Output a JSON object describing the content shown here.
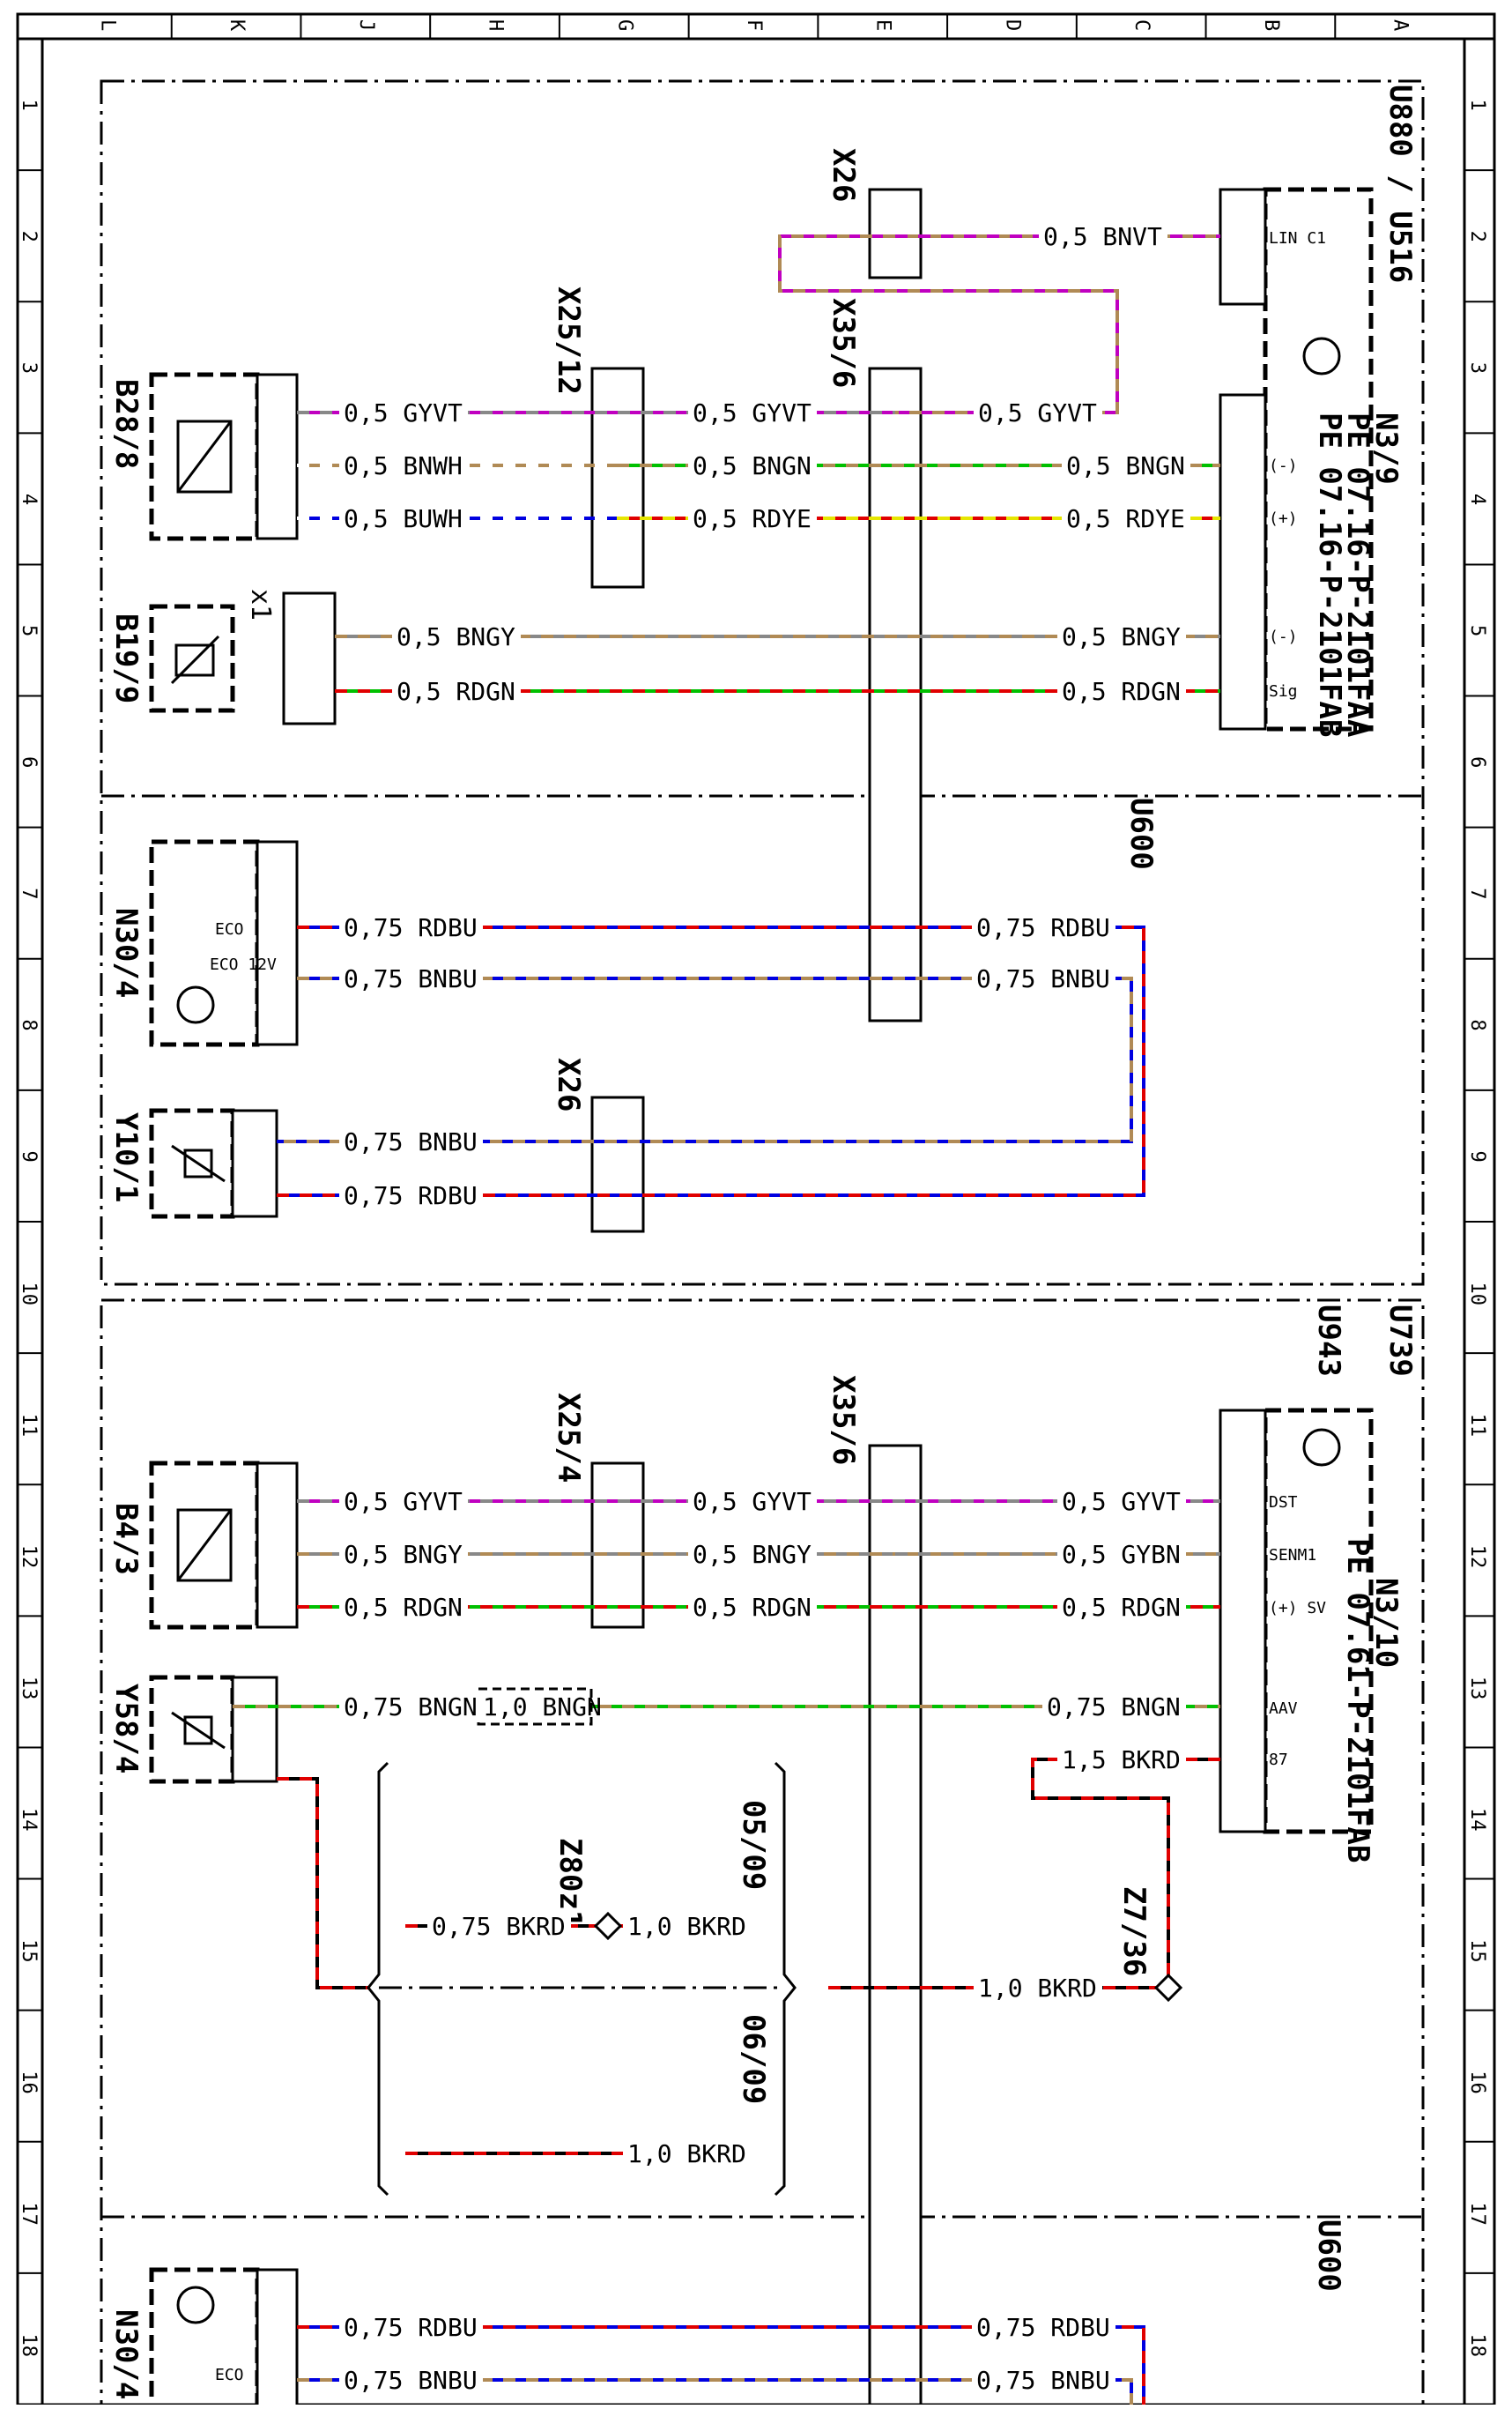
{
  "grid": {
    "columns": [
      "L",
      "K",
      "J",
      "H",
      "G",
      "F",
      "E",
      "D",
      "C",
      "B",
      "A"
    ],
    "rows": [
      "1",
      "2",
      "3",
      "4",
      "5",
      "6",
      "7",
      "8",
      "9",
      "10",
      "11",
      "12",
      "13",
      "14",
      "15",
      "16",
      "17",
      "18"
    ]
  },
  "sections": {
    "u880": "U880 / U516",
    "u600_top": "U600",
    "u739": "U739",
    "u943": "U943",
    "u600_bottom": "U600"
  },
  "components": {
    "b28_8": "B28/8",
    "b19_9": "B19/9",
    "x1": "x1",
    "x25_12": "X25/12",
    "x26_top": "X26",
    "x35_6_top": "X35/6",
    "n3_9": "N3/9",
    "n3_9_pe1": "PE 07.16-P-2101FAA",
    "n3_9_pe2": "PE 07.16-P-2101FAB",
    "n30_4": "N30/4",
    "y10_1": "Y10/1",
    "x26_mid": "X26",
    "b4_3": "B4/3",
    "x25_4": "X25/4",
    "x35_6_bot": "X35/6",
    "n3_10": "N3/10",
    "n3_10_pe": "PE 07.61-P-2101FAB",
    "y58_4": "Y58/4",
    "z80z1": "Z80z1",
    "z7_36": "Z7/36",
    "ref_0509": "05/09",
    "ref_0609": "06/09",
    "n30_4_b": "N30/4"
  },
  "pins": {
    "lin_c1": "LIN C1",
    "minus": "(-)",
    "plus": "(+)",
    "sig": "Sig",
    "eco": "ECO",
    "eco12": "ECO 12V",
    "dst": "DST",
    "senm1": "SENM1",
    "plus_sv": "(+) SV",
    "aav": "AAV",
    "p87": "87"
  },
  "wires": {
    "w_bnvt": "0,5 BNVT",
    "w_gyvt_a": "0,5 GYVT",
    "w_gyvt_b": "0,5 GYVT",
    "w_gyvt_c": "0,5 GYVT",
    "w_bnwh": "0,5 BNWH",
    "w_bngn_a": "0,5 BNGN",
    "w_bngn_b": "0,5 BNGN",
    "w_buwh": "0,5 BUWH",
    "w_rdye_a": "0,5 RDYE",
    "w_rdye_b": "0,5 RDYE",
    "w_bngy_a": "0,5 BNGY",
    "w_bngy_b": "0,5 BNGY",
    "w_rdgn_a": "0,5 RDGN",
    "w_rdgn_b": "0,5 RDGN",
    "w_rdbu_a": "0,75 RDBU",
    "w_rdbu_b": "0,75 RDBU",
    "w_bnbu_a": "0,75 BNBU",
    "w_bnbu_b": "0,75 BNBU",
    "w_bnbu_c": "0,75 BNBU",
    "w_rdbu_c": "0,75 RDBU",
    "w2_gyvt_a": "0,5 GYVT",
    "w2_gyvt_b": "0,5 GYVT",
    "w2_gyvt_c": "0,5 GYVT",
    "w2_bngy_a": "0,5 BNGY",
    "w2_bngy_b": "0,5 BNGY",
    "w2_gybn": "0,5 GYBN",
    "w2_rdgn_a": "0,5 RDGN",
    "w2_rdgn_b": "0,5 RDGN",
    "w2_rdgn_c": "0,5 RDGN",
    "w2_bngn_a": "0,75 BNGN",
    "w2_bngn_box": "1,0 BNGN",
    "w2_bngn_b": "0,75 BNGN",
    "w2_bkrd_15": "1,5 BKRD",
    "w2_bkrd_075": "0,75 BKRD",
    "w2_bkrd_10a": "1,0 BKRD",
    "w2_bkrd_10b": "1,0 BKRD",
    "w2_bkrd_10c": "1,0 BKRD",
    "w3_rdbu_a": "0,75 RDBU",
    "w3_rdbu_b": "0,75 RDBU",
    "w3_bnbu_a": "0,75 BNBU",
    "w3_bnbu_b": "0,75 BNBU"
  },
  "colors": {
    "violet": "#c000c0",
    "brown": "#b08a55",
    "gray": "#888888",
    "green": "#00c000",
    "blue": "#0000e0",
    "red": "#e00000",
    "yellow": "#e6e600",
    "black": "#000000",
    "white_bg": "#ffffff"
  }
}
